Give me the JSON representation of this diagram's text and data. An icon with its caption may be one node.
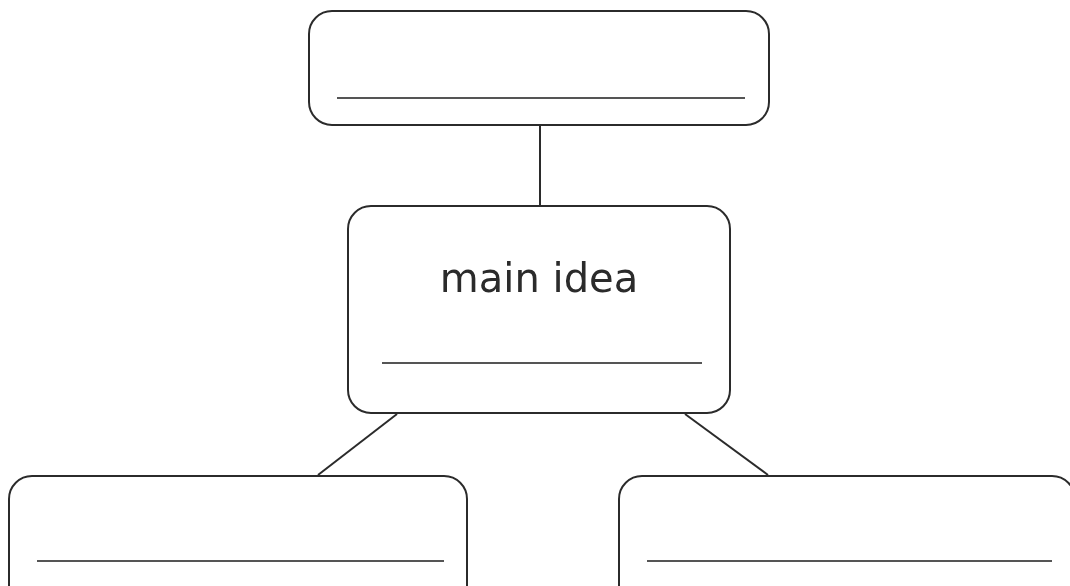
{
  "diagram": {
    "nodes": [
      {
        "text": [],
        "shape": "box"
      },
      {
        "text": [
          "main idea"
        ]
      },
      {
        "text": [],
        "shape": "box"
      },
      {
        "text": [],
        "shape": "box"
      }
    ],
    "edges": [
      {
        "from": 0,
        "to": 1,
        "arrow": "none"
      },
      {
        "from": 1,
        "to": 2,
        "arrow": "none"
      },
      {
        "from": 1,
        "to": 3,
        "arrow": "none"
      }
    ]
  }
}
